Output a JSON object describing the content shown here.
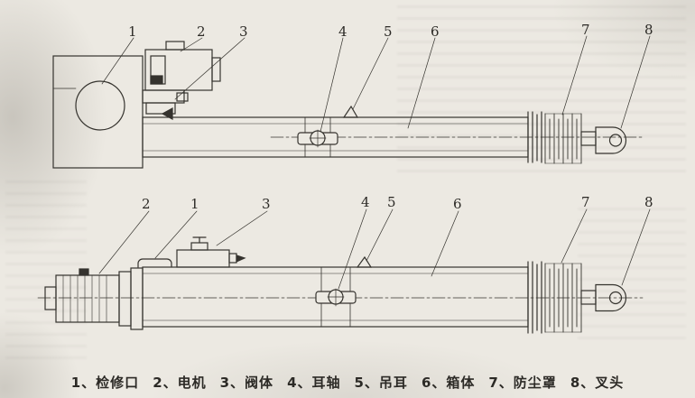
{
  "colors": {
    "paper": "#ece9e2",
    "ink": "#35332e"
  },
  "top_view": {
    "description": "side elevation of electro-hydraulic actuator",
    "callouts": [
      "1",
      "2",
      "3",
      "4",
      "5",
      "6",
      "7",
      "8"
    ]
  },
  "bottom_view": {
    "description": "plan view of electro-hydraulic actuator",
    "callouts": [
      "2",
      "1",
      "3",
      "4",
      "5",
      "6",
      "7",
      "8"
    ]
  },
  "caption": {
    "items": [
      "1、检修口",
      "2、电机",
      "3、阀体",
      "4、耳轴",
      "5、吊耳",
      "6、箱体",
      "7、防尘罩",
      "8、叉头"
    ]
  }
}
